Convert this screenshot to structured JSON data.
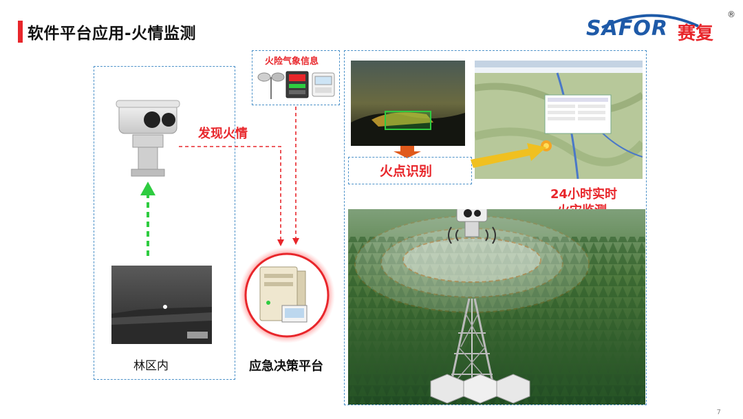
{
  "header": {
    "title": "软件平台应用-火情监测",
    "logo_text": "SAFOR",
    "logo_cn": "赛复",
    "logo_reg": "®"
  },
  "left": {
    "fire_found": "发现火情",
    "forest_label": "林区内"
  },
  "weather": {
    "title": "火险气象信息"
  },
  "center": {
    "platform_label": "应急决策平台"
  },
  "right": {
    "fire_point": "火点识别",
    "monitor_line1": "24小时实时",
    "monitor_line2": "火灾监测"
  },
  "footer": {
    "page_number": "7"
  },
  "colors": {
    "accent_red": "#e8262b",
    "dash_blue": "#4a90c8",
    "brand_blue": "#1e5aa8",
    "green_arrow": "#2ecc40",
    "orange_arrow": "#f0c020"
  }
}
